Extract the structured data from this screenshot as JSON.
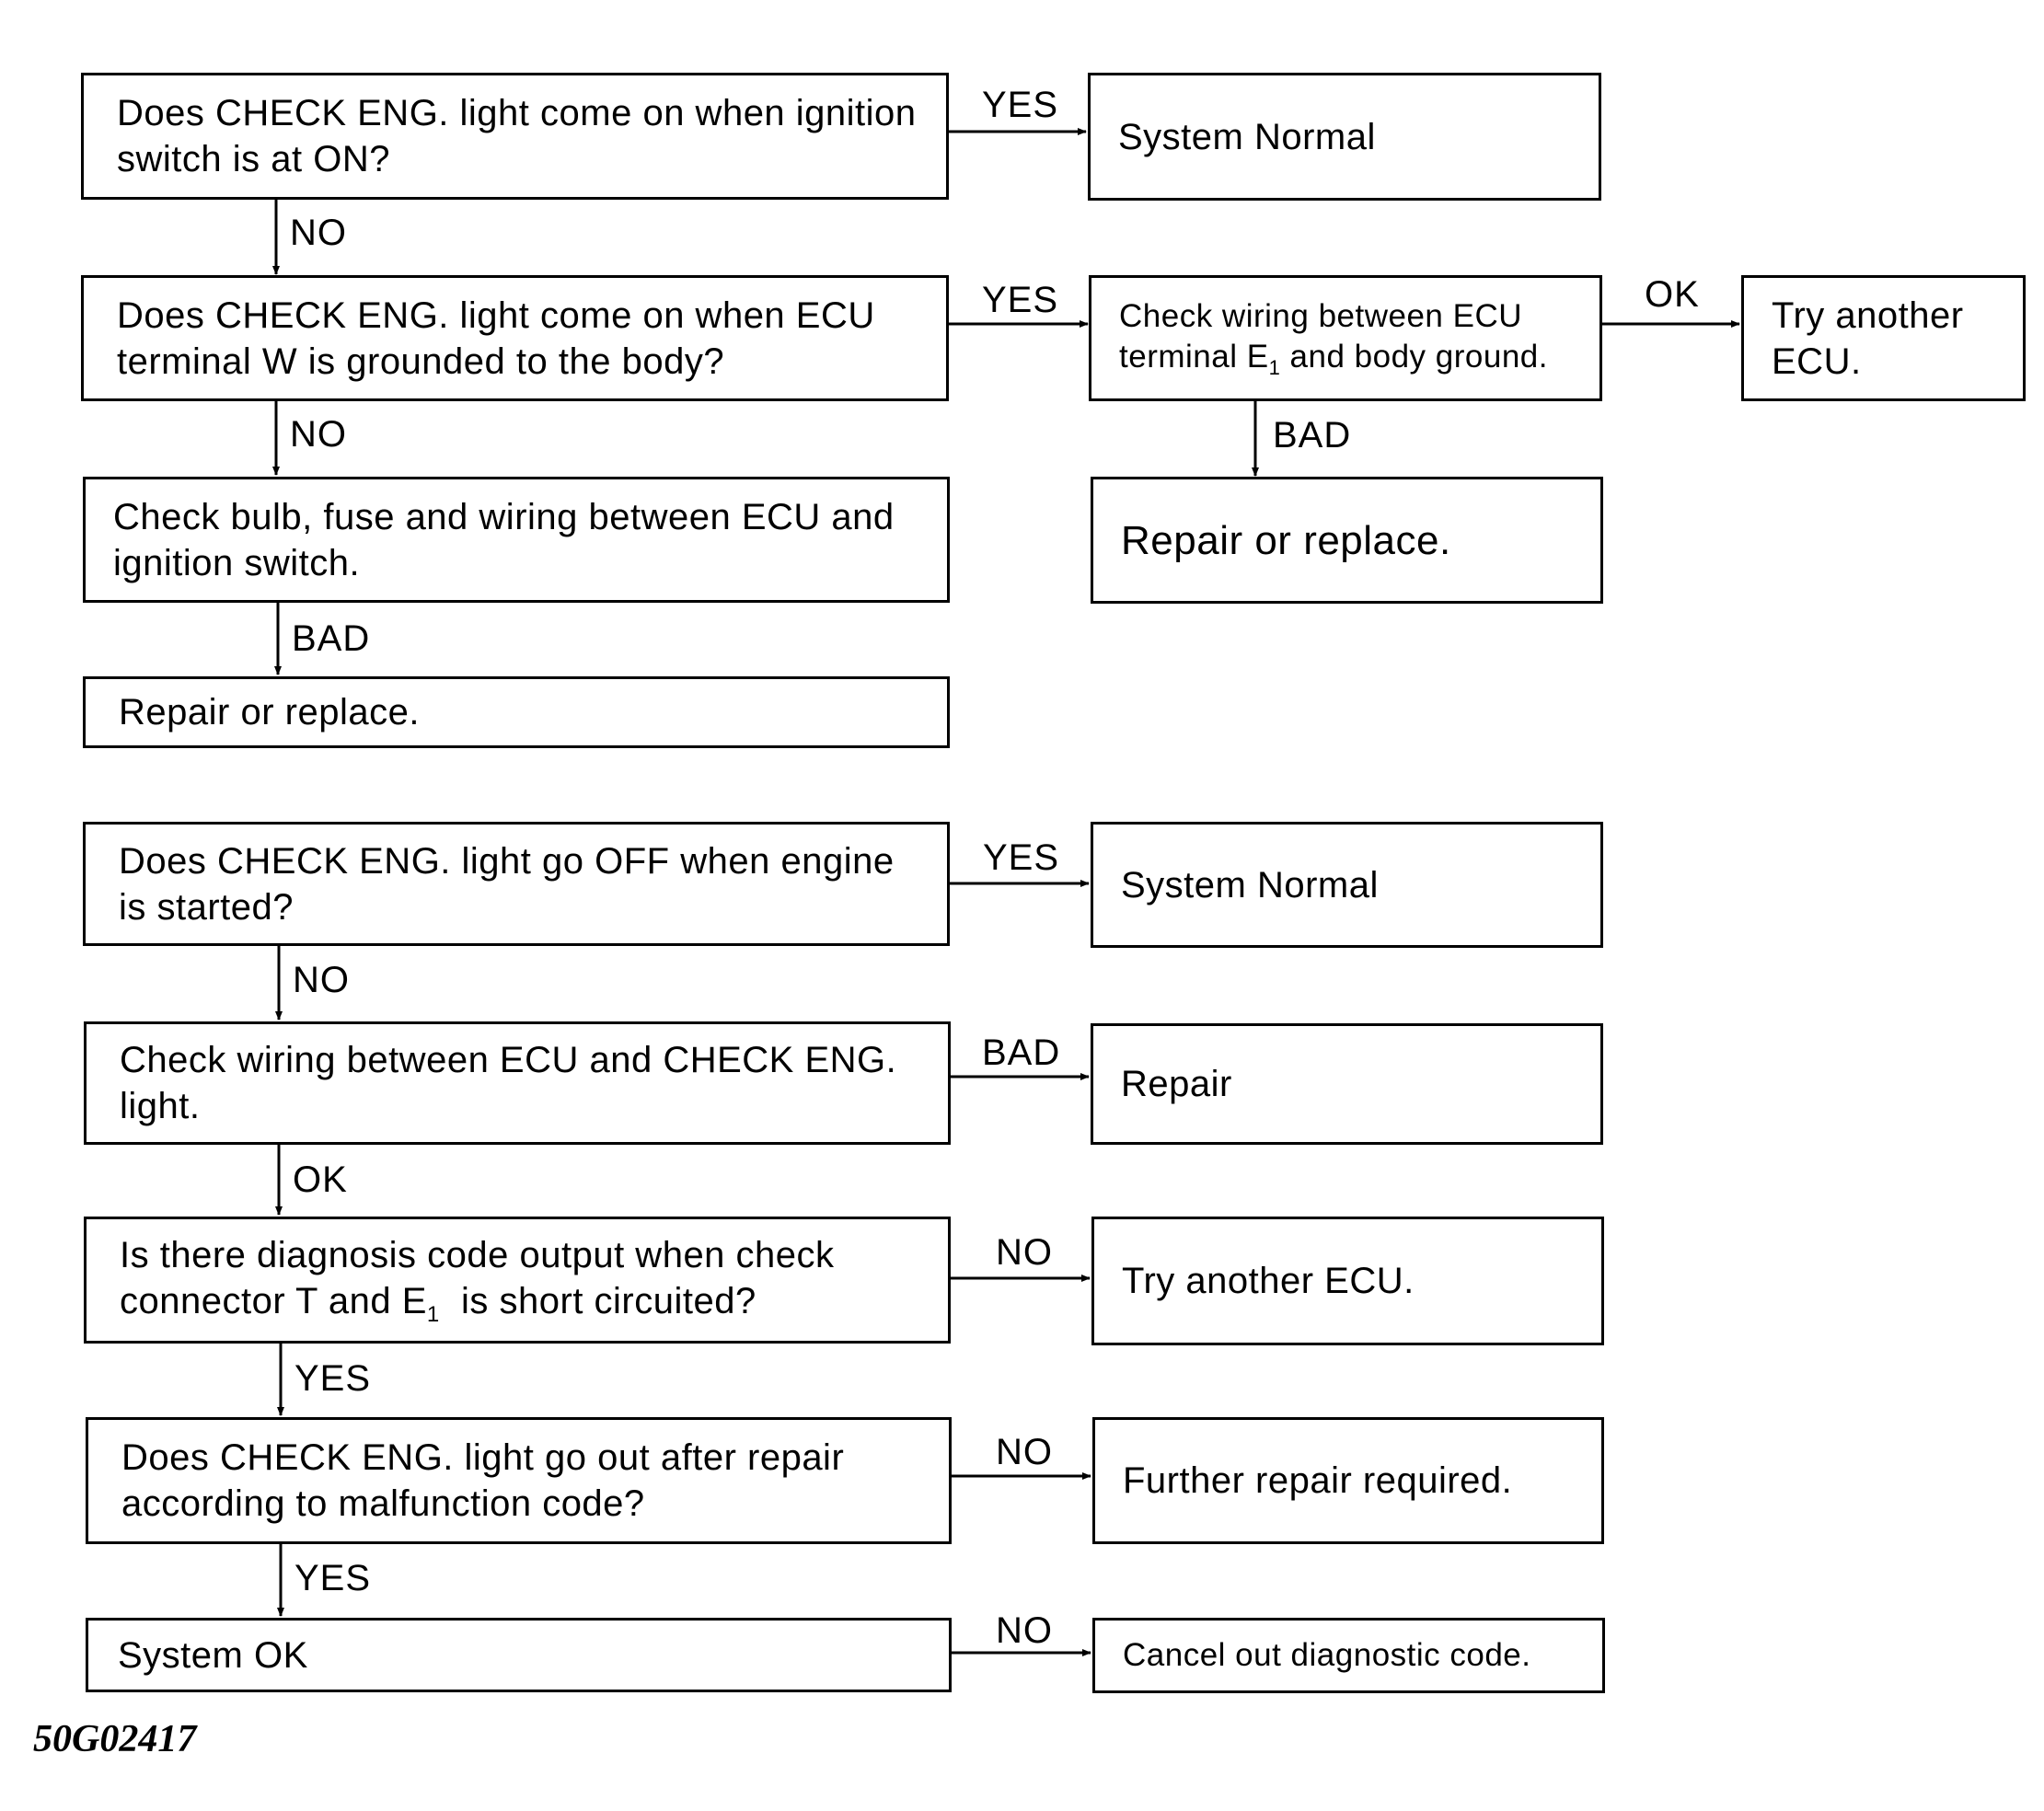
{
  "boxes": {
    "q1": "Does CHECK ENG. light come on when ignition switch is at ON?",
    "normal1": "System Normal",
    "q2": "Does CHECK ENG. light come on when ECU terminal W is grounded to the body?",
    "check_e1": [
      "Check wiring between ECU terminal E",
      "1",
      " and body ground."
    ],
    "try_ecu1": "Try another ECU.",
    "check_bulb": "Check bulb, fuse and wiring between ECU and ignition switch.",
    "repair1": "Repair or replace.",
    "repair2": "Repair or replace.",
    "q3": "Does CHECK ENG. light go OFF when engine is started?",
    "normal2": "System Normal",
    "check_wiring": "Check wiring between ECU and CHECK ENG. light.",
    "repair3": "Repair",
    "q4": [
      "Is there diagnosis code output when check connector T and E",
      "1",
      "  is short circuited?"
    ],
    "try_ecu2": "Try another ECU.",
    "q5": "Does CHECK ENG. light go out after repair according to malfunction code?",
    "further": "Further repair required.",
    "system_ok": "System OK",
    "cancel": "Cancel out diagnostic code."
  },
  "labels": {
    "q1_yes": "YES",
    "q1_no": "NO",
    "q2_yes": "YES",
    "q2_no": "NO",
    "e1_ok": "OK",
    "e1_bad": "BAD",
    "bulb_bad": "BAD",
    "q3_yes": "YES",
    "q3_no": "NO",
    "wiring_bad": "BAD",
    "wiring_ok": "OK",
    "q4_no": "NO",
    "q4_yes": "YES",
    "q5_no": "NO",
    "q5_yes": "YES",
    "ok_no": "NO"
  },
  "figure_id": "50G02417"
}
